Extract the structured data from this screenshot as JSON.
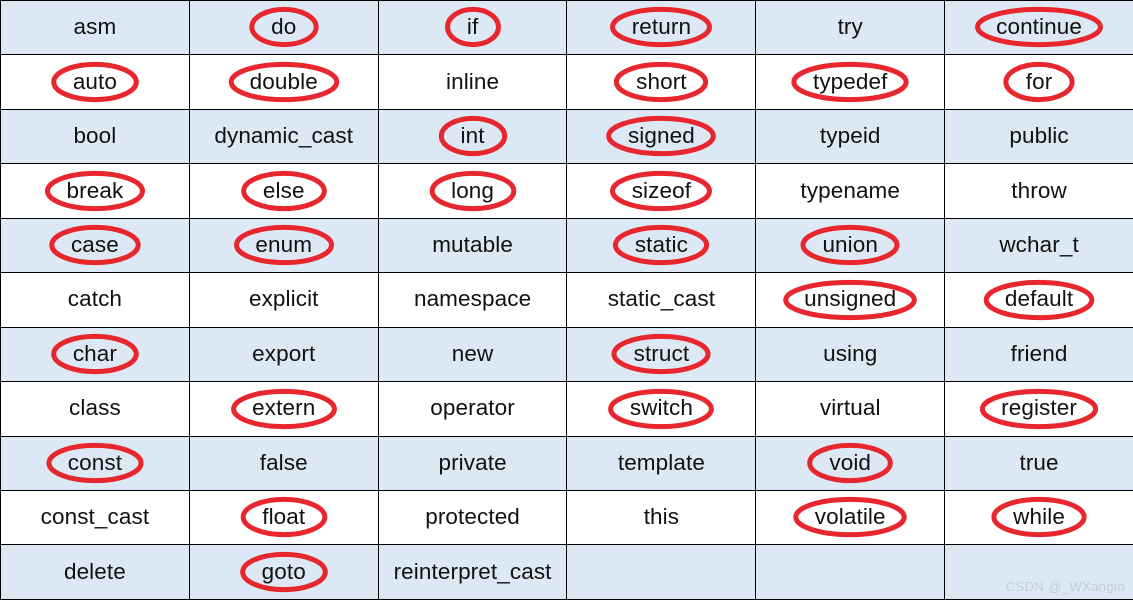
{
  "table": {
    "columns": 6,
    "rows": 11,
    "colors": {
      "row_blue": "#dce9f5",
      "row_white": "#ffffff",
      "border": "#000000",
      "text": "#111111",
      "circle": "#e8262e",
      "watermark": "#c3ccd6"
    },
    "cells": [
      [
        {
          "label": "asm",
          "circled": false
        },
        {
          "label": "do",
          "circled": true
        },
        {
          "label": "if",
          "circled": true
        },
        {
          "label": "return",
          "circled": true
        },
        {
          "label": "try",
          "circled": false
        },
        {
          "label": "continue",
          "circled": true
        }
      ],
      [
        {
          "label": "auto",
          "circled": true
        },
        {
          "label": "double",
          "circled": true
        },
        {
          "label": "inline",
          "circled": false
        },
        {
          "label": "short",
          "circled": true
        },
        {
          "label": "typedef",
          "circled": true
        },
        {
          "label": "for",
          "circled": true
        }
      ],
      [
        {
          "label": "bool",
          "circled": false
        },
        {
          "label": "dynamic_cast",
          "circled": false
        },
        {
          "label": "int",
          "circled": true
        },
        {
          "label": "signed",
          "circled": true
        },
        {
          "label": "typeid",
          "circled": false
        },
        {
          "label": "public",
          "circled": false
        }
      ],
      [
        {
          "label": "break",
          "circled": true
        },
        {
          "label": "else",
          "circled": true
        },
        {
          "label": "long",
          "circled": true
        },
        {
          "label": "sizeof",
          "circled": true
        },
        {
          "label": "typename",
          "circled": false
        },
        {
          "label": "throw",
          "circled": false
        }
      ],
      [
        {
          "label": "case",
          "circled": true
        },
        {
          "label": "enum",
          "circled": true
        },
        {
          "label": "mutable",
          "circled": false
        },
        {
          "label": "static",
          "circled": true
        },
        {
          "label": "union",
          "circled": true
        },
        {
          "label": "wchar_t",
          "circled": false
        }
      ],
      [
        {
          "label": "catch",
          "circled": false
        },
        {
          "label": "explicit",
          "circled": false
        },
        {
          "label": "namespace",
          "circled": false
        },
        {
          "label": "static_cast",
          "circled": false
        },
        {
          "label": "unsigned",
          "circled": true
        },
        {
          "label": "default",
          "circled": true
        }
      ],
      [
        {
          "label": "char",
          "circled": true
        },
        {
          "label": "export",
          "circled": false
        },
        {
          "label": "new",
          "circled": false
        },
        {
          "label": "struct",
          "circled": true
        },
        {
          "label": "using",
          "circled": false
        },
        {
          "label": "friend",
          "circled": false
        }
      ],
      [
        {
          "label": "class",
          "circled": false
        },
        {
          "label": "extern",
          "circled": true
        },
        {
          "label": "operator",
          "circled": false
        },
        {
          "label": "switch",
          "circled": true
        },
        {
          "label": "virtual",
          "circled": false
        },
        {
          "label": "register",
          "circled": true
        }
      ],
      [
        {
          "label": "const",
          "circled": true
        },
        {
          "label": "false",
          "circled": false
        },
        {
          "label": "private",
          "circled": false
        },
        {
          "label": "template",
          "circled": false
        },
        {
          "label": "void",
          "circled": true
        },
        {
          "label": "true",
          "circled": false
        }
      ],
      [
        {
          "label": "const_cast",
          "circled": false
        },
        {
          "label": "float",
          "circled": true
        },
        {
          "label": "protected",
          "circled": false
        },
        {
          "label": "this",
          "circled": false
        },
        {
          "label": "volatile",
          "circled": true
        },
        {
          "label": "while",
          "circled": true
        }
      ],
      [
        {
          "label": "delete",
          "circled": false
        },
        {
          "label": "goto",
          "circled": true
        },
        {
          "label": "reinterpret_cast",
          "circled": false
        },
        {
          "label": "",
          "circled": false
        },
        {
          "label": "",
          "circled": false
        },
        {
          "label": "",
          "circled": false
        }
      ]
    ]
  },
  "watermark": {
    "text": "CSDN @_WXangin"
  }
}
